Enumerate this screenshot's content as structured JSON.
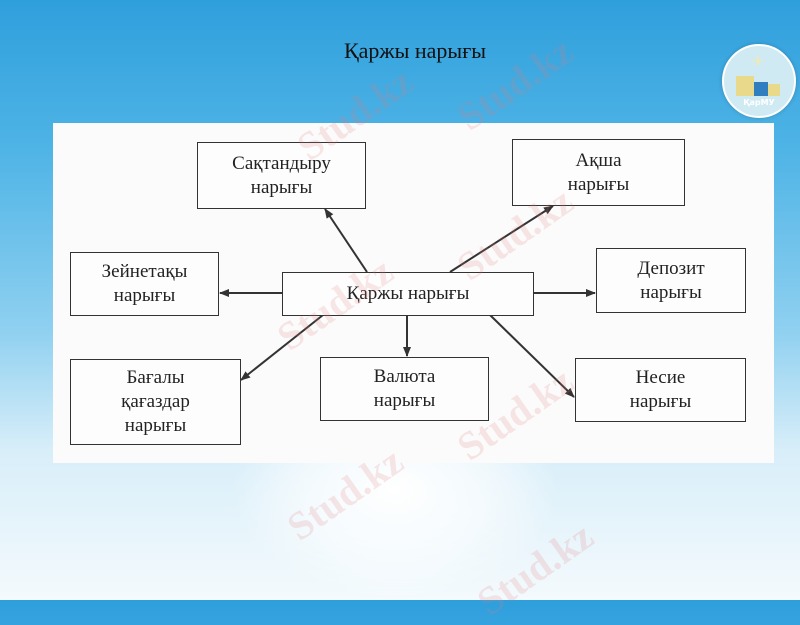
{
  "slide": {
    "title": "Қаржы нарығы",
    "logo_text": "ҚарМУ",
    "watermark": "Stud.kz"
  },
  "diagram": {
    "center": "Қаржы нарығы",
    "nodes": [
      {
        "id": "insurance",
        "lines": [
          "Сақтандыру",
          "нарығы"
        ]
      },
      {
        "id": "money",
        "lines": [
          "Ақша",
          "нарығы"
        ]
      },
      {
        "id": "pension",
        "lines": [
          "Зейнетақы",
          "нарығы"
        ]
      },
      {
        "id": "deposit",
        "lines": [
          "Депозит",
          "нарығы"
        ]
      },
      {
        "id": "securities",
        "lines": [
          "Бағалы",
          "қағаздар",
          "нарығы"
        ]
      },
      {
        "id": "currency",
        "lines": [
          "Валюта",
          "нарығы"
        ]
      },
      {
        "id": "credit",
        "lines": [
          "Несие",
          "нарығы"
        ]
      }
    ],
    "edges": [
      [
        "center",
        "insurance"
      ],
      [
        "center",
        "money"
      ],
      [
        "center",
        "pension"
      ],
      [
        "center",
        "deposit"
      ],
      [
        "center",
        "securities"
      ],
      [
        "center",
        "currency"
      ],
      [
        "center",
        "credit"
      ]
    ]
  }
}
